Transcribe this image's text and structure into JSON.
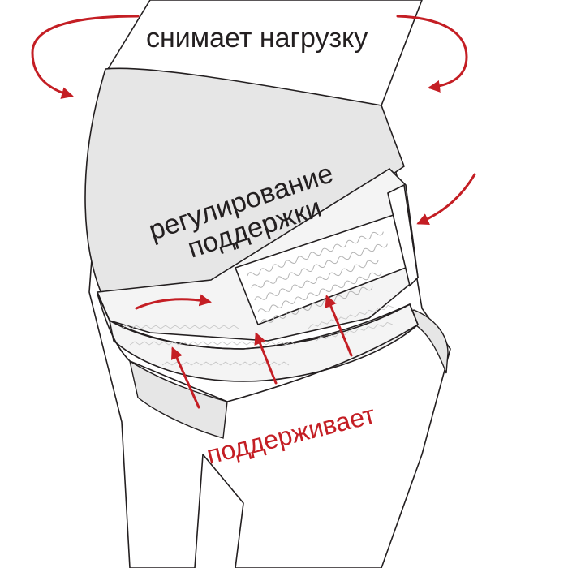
{
  "labels": {
    "relieves_load": "снимает нагрузку",
    "adjust_line1": "регулирование",
    "adjust_line2": "поддержки",
    "supports": "поддерживает"
  },
  "colors": {
    "outline": "#231f20",
    "body_fill": "#ffffff",
    "belly_fill": "#e6e6e6",
    "band_fill": "#f4f4f4",
    "arrow_red": "#c41e24",
    "pattern": "#b3b3b3"
  }
}
